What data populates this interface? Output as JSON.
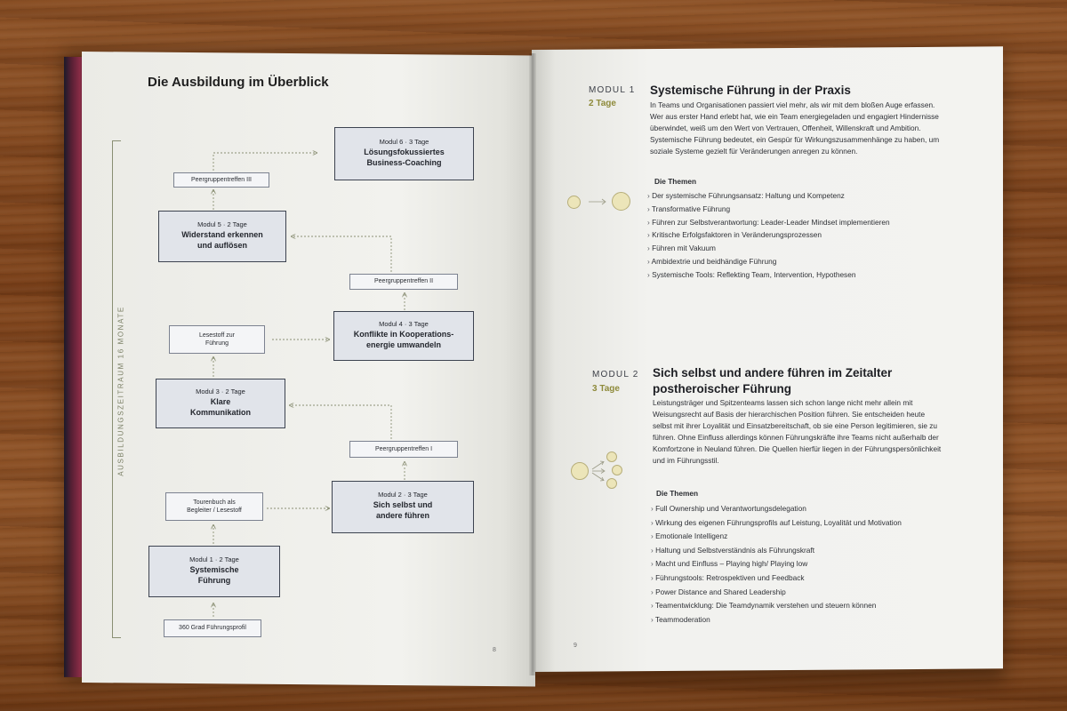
{
  "left_page": {
    "title": "Die Ausbildung im Überblick",
    "timeline_label": "AUSBILDUNGSZEITRAUM 16 MONATE",
    "page_number": "8",
    "modules": [
      {
        "sub": "Modul 1 · 2 Tage",
        "title": "Systemische Führung"
      },
      {
        "sub": "Modul 2 · 3 Tage",
        "title": "Sich selbst und andere führen"
      },
      {
        "sub": "Modul 3 · 2 Tage",
        "title": "Klare Kommunikation"
      },
      {
        "sub": "Modul 4 · 3 Tage",
        "title": "Konflikte in Kooperations-energie umwandeln"
      },
      {
        "sub": "Modul 5 · 2 Tage",
        "title": "Widerstand erkennen und auflösen"
      },
      {
        "sub": "Modul 6 · 3 Tage",
        "title": "Lösungsfokussiertes Business-Coaching"
      }
    ],
    "small_boxes": {
      "profil": "360 Grad Führungsprofil",
      "tourenbuch": "Tourenbuch als Begleiter / Lesestoff",
      "lesestoff": "Lesestoff zur Führung",
      "peer1": "Peergruppentreffen I",
      "peer2": "Peergruppentreffen II",
      "peer3": "Peergruppentreffen III"
    }
  },
  "right_page": {
    "page_number": "9",
    "module1": {
      "label": "MODUL 1",
      "days": "2 Tage",
      "title": "Systemische Führung in der Praxis",
      "body": "In Teams und Organisationen passiert viel mehr, als wir mit dem bloßen Auge erfassen. Wer aus erster Hand erlebt hat, wie ein Team energiegeladen und engagiert Hindernisse überwindet, weiß um den Wert von Vertrauen, Offenheit, Willenskraft und Ambition. Systemische Führung bedeutet, ein Gespür für Wirkungszusammenhänge zu haben, um soziale Systeme gezielt für Veränderungen anregen zu können.",
      "themen_head": "Die Themen",
      "themen": [
        "Der systemische Führungsansatz: Haltung und Kompetenz",
        "Transformative Führung",
        "Führen zur Selbstverantwortung: Leader-Leader Mindset implementieren",
        "Kritische Erfolgsfaktoren in Veränderungsprozessen",
        "Führen mit Vakuum",
        "Ambidextrie und beidhändige Führung",
        "Systemische Tools: Reflekting Team, Intervention, Hypothesen"
      ]
    },
    "module2": {
      "label": "MODUL 2",
      "days": "3 Tage",
      "title_line1": "Sich selbst und andere führen im Zeitalter",
      "title_line2": "postheroischer Führung",
      "body": "Leistungsträger und Spitzenteams lassen sich schon lange nicht mehr allein mit Weisungsrecht auf Basis der hierarchischen Position führen. Sie entscheiden heute selbst mit ihrer Loyalität und Einsatzbereitschaft, ob sie eine Person legitimieren, sie zu führen. Ohne Einfluss allerdings können Führungskräfte ihre Teams nicht außerhalb der Komfortzone in Neuland führen. Die Quellen hierfür liegen in der Führungspersönlichkeit und im Führungsstil.",
      "themen_head": "Die Themen",
      "themen": [
        "Full Ownership und Verantwortungsdelegation",
        "Wirkung des eigenen Führungsprofils auf Leistung, Loyalität und Motivation",
        "Emotionale Intelligenz",
        "Haltung und Selbstverständnis als Führungskraft",
        "Macht und Einfluss – Playing high/ Playing low",
        "Führungstools: Retrospektiven und Feedback",
        "Power Distance and Shared Leadership",
        "Teamentwicklung: Die Teamdynamik verstehen und steuern können",
        "Teammoderation"
      ]
    }
  }
}
